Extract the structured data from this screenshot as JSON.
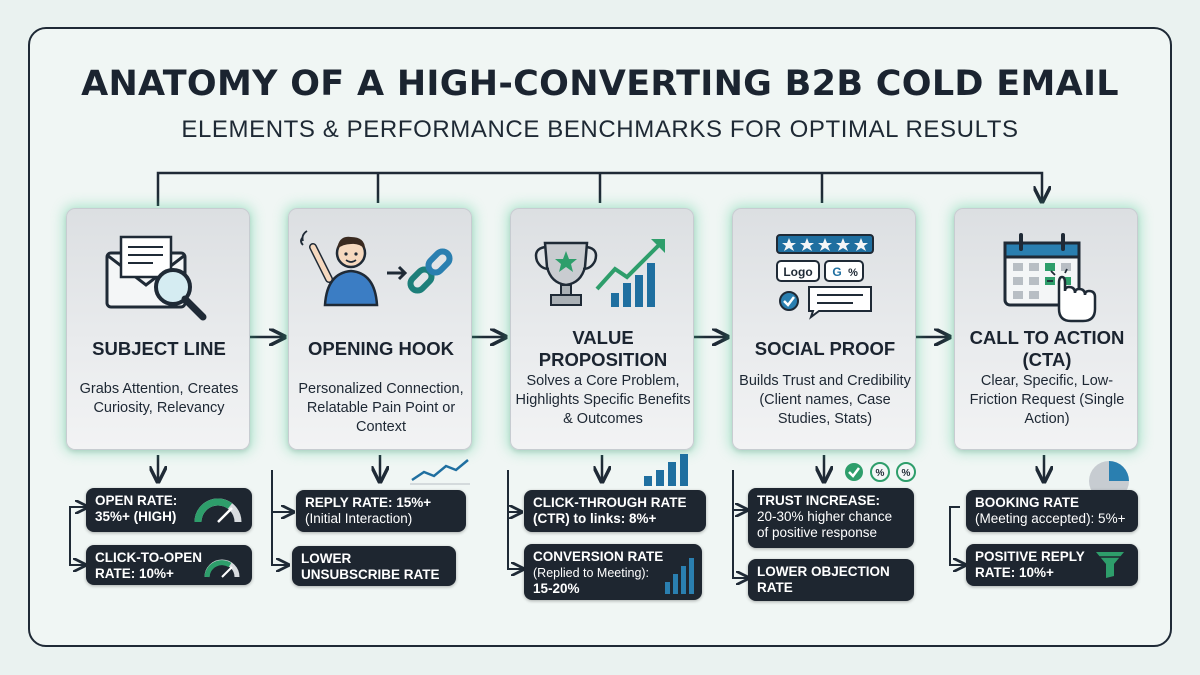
{
  "header": {
    "title": "ANATOMY OF A HIGH-CONVERTING B2B COLD EMAIL",
    "subtitle": "ELEMENTS & PERFORMANCE BENCHMARKS FOR OPTIMAL RESULTS"
  },
  "steps": [
    {
      "icon": "envelope-magnifier-icon",
      "title": "SUBJECT LINE",
      "description": "Grabs Attention, Creates Curiosity, Relevancy",
      "metrics": [
        {
          "label": "OPEN RATE:",
          "value": "35%+ (HIGH)"
        },
        {
          "label": "CLICK-TO-OPEN",
          "value": "RATE: 10%+"
        }
      ]
    },
    {
      "icon": "waving-person-link-icon",
      "title": "OPENING HOOK",
      "description": "Personalized Connection, Relatable Pain Point or Context",
      "metrics": [
        {
          "label": "REPLY RATE: 15%+",
          "value": "(Initial Interaction)"
        },
        {
          "label": "LOWER",
          "value": "UNSUBSCRIBE RATE"
        }
      ]
    },
    {
      "icon": "trophy-growth-chart-icon",
      "title": "VALUE PROPOSITION",
      "description": "Solves a Core Problem, Highlights Specific Benefits & Outcomes",
      "metrics": [
        {
          "label": "CLICK-THROUGH RATE",
          "value": "(CTR) to links: 8%+"
        },
        {
          "label": "CONVERSION RATE",
          "value": "(Replied to Meeting):",
          "value2": "15-20%"
        }
      ]
    },
    {
      "icon": "reviews-logo-chat-icon",
      "title": "SOCIAL PROOF",
      "description": "Builds Trust and Credibility (Client names, Case Studies, Stats)",
      "metrics": [
        {
          "label": "TRUST INCREASE:",
          "value": "20-30% higher chance",
          "value2": "of positive response"
        },
        {
          "label": "LOWER OBJECTION",
          "value": "RATE"
        }
      ],
      "icon_text": {
        "logo": "Logo",
        "google": "G",
        "percent": "%"
      }
    },
    {
      "icon": "calendar-click-icon",
      "title": "CALL TO ACTION (CTA)",
      "description": "Clear, Specific, Low-Friction Request (Single Action)",
      "metrics": [
        {
          "label": "BOOKING RATE",
          "value": "(Meeting accepted): 5%+"
        },
        {
          "label": "POSITIVE REPLY",
          "value": "RATE: 10%+"
        }
      ]
    }
  ],
  "colors": {
    "accent_green": "#2e9e6b",
    "badge_bg": "#1e2630",
    "chart_blue": "#1f6fa0",
    "link_blue": "#2a7fb0"
  }
}
